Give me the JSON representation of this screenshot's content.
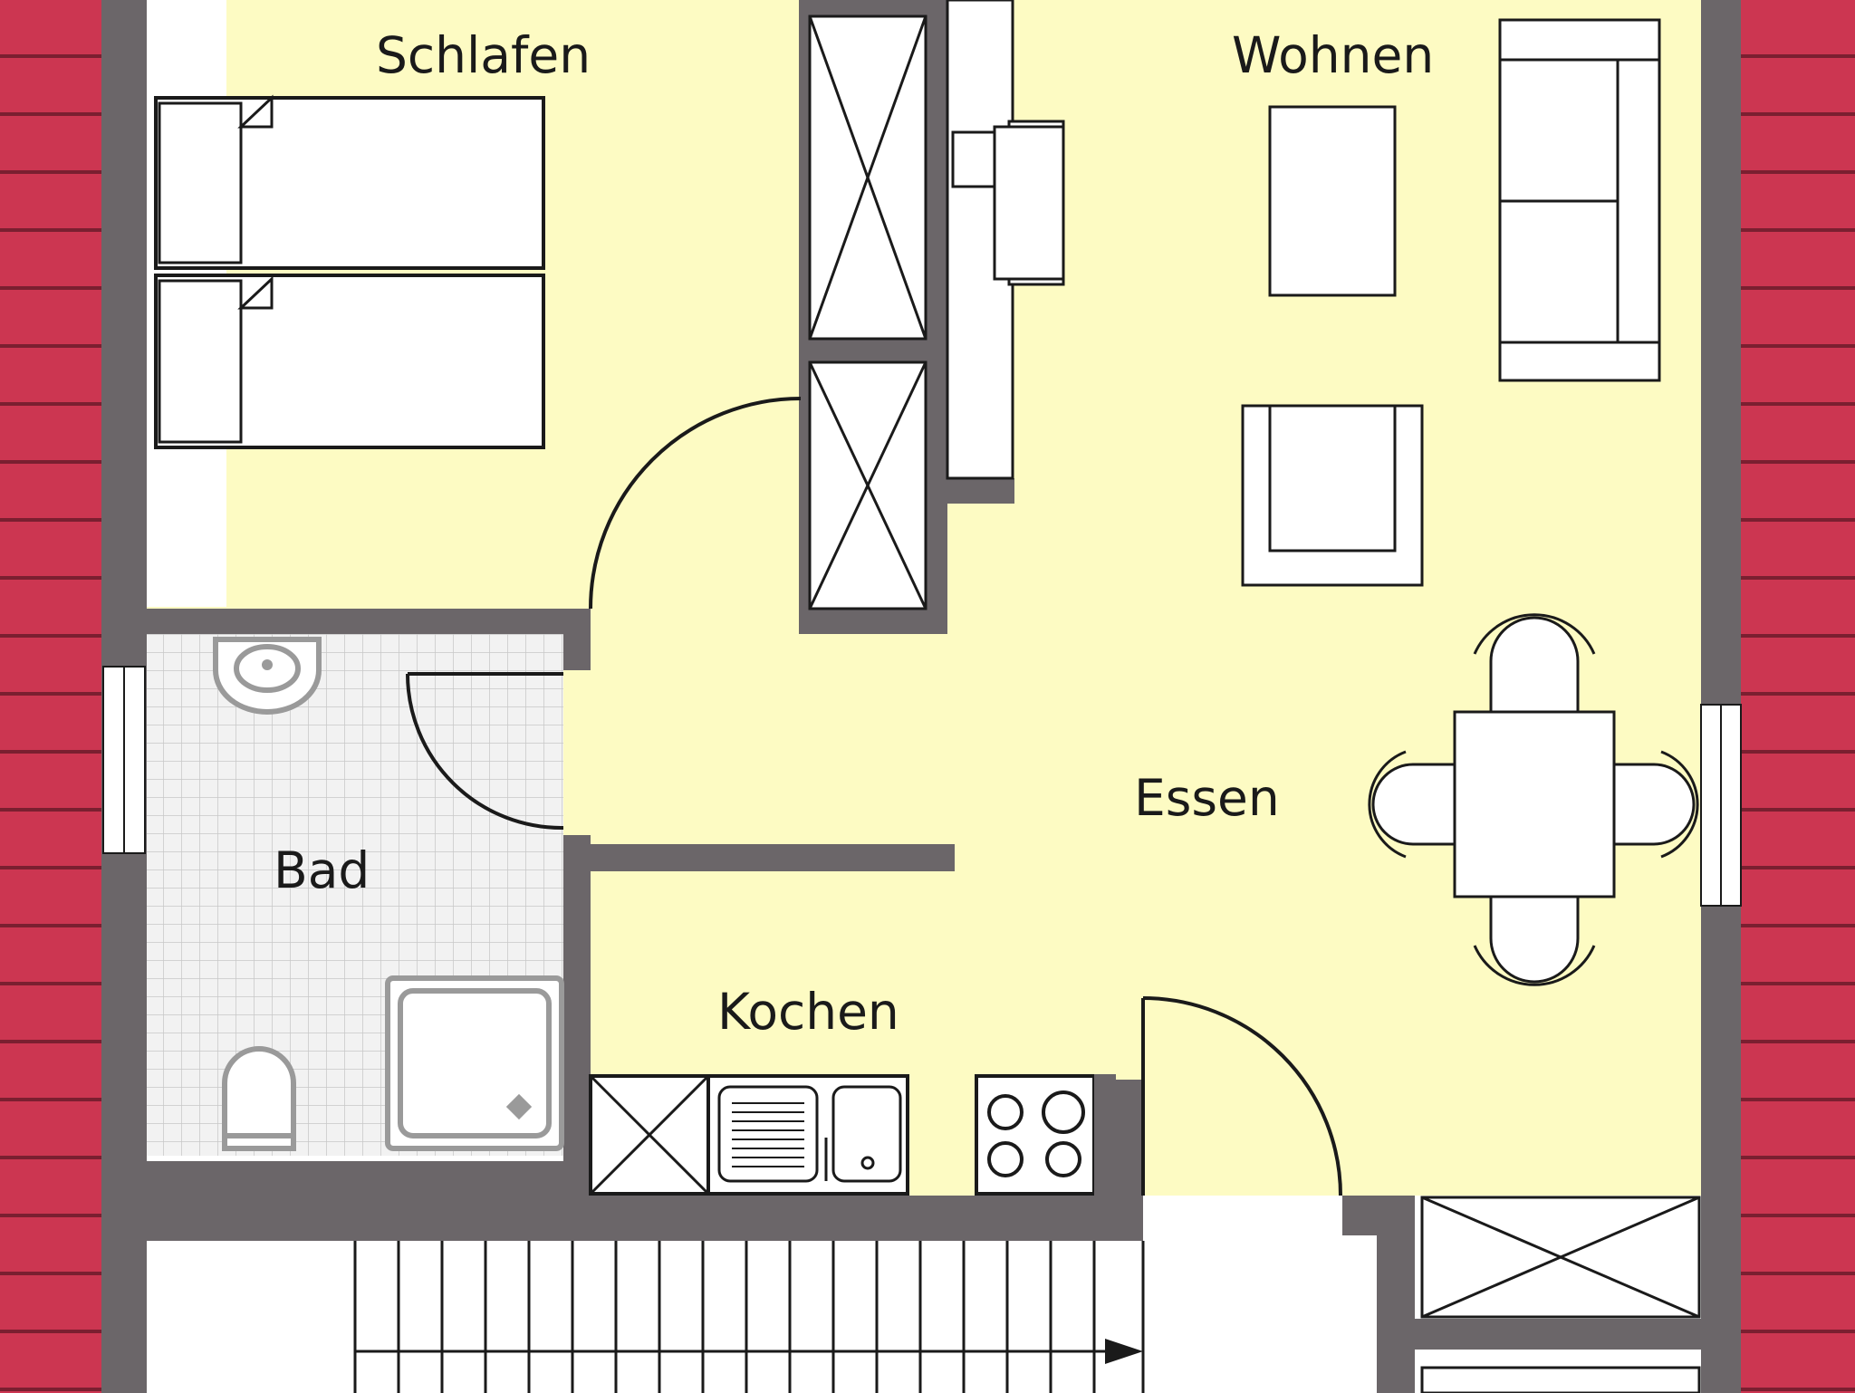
{
  "rooms": {
    "schlafen": "Schlafen",
    "wohnen": "Wohnen",
    "essen": "Essen",
    "bad": "Bad",
    "kochen": "Kochen"
  },
  "colors": {
    "roof": "#cc3651",
    "roof_lines": "#7a1f30",
    "wall": "#6b6669",
    "floor": "#fdfbc3",
    "tile": "#f2f2f2",
    "tile_grid": "#c8c8c8",
    "fixture": "#9a9a9a",
    "line": "#1a1a1a"
  }
}
